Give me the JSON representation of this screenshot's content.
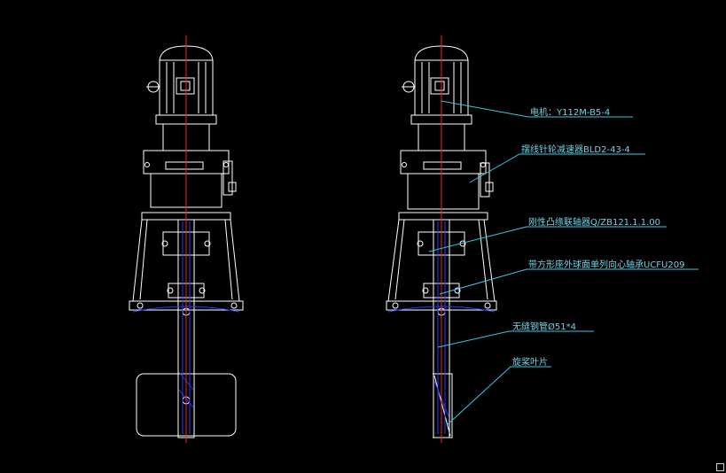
{
  "drawing": {
    "colors": {
      "background": "#000000",
      "outline": "#ffffff",
      "centerline": "#ff2020",
      "hidden": "#2a3bff",
      "leader": "#35c8e6",
      "text": "#6fd3e6"
    },
    "labels": [
      {
        "id": "motor",
        "text": "电机：Y112M-B5-4"
      },
      {
        "id": "reducer",
        "text": "摆线针轮减速器BLD2-43-4"
      },
      {
        "id": "coupling",
        "text": "刚性凸缘联轴器Q/ZB121.1.1.00"
      },
      {
        "id": "bearing",
        "text": "带方形座外球面单列向心轴承UCFU209"
      },
      {
        "id": "pipe",
        "text": "无缝钢管Ø51*4"
      },
      {
        "id": "blade",
        "text": "旋桨叶片"
      }
    ]
  }
}
